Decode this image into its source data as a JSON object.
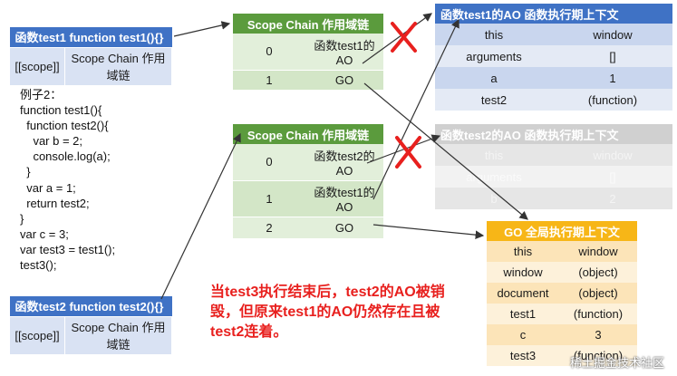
{
  "test1_box": {
    "title": "函数test1  function test1(){}",
    "cells": [
      "[[scope]]",
      "Scope Chain 作用域链"
    ]
  },
  "test2_box": {
    "title": "函数test2  function test2(){}",
    "cells": [
      "[[scope]]",
      "Scope Chain 作用域链"
    ]
  },
  "scope_chain_1": {
    "title": "Scope Chain 作用域链",
    "rows": [
      {
        "index": "0",
        "value": "函数test1的AO"
      },
      {
        "index": "1",
        "value": "GO"
      }
    ]
  },
  "scope_chain_2": {
    "title": "Scope Chain 作用域链",
    "rows": [
      {
        "index": "0",
        "value": "函数test2的AO"
      },
      {
        "index": "1",
        "value": "函数test1的AO"
      },
      {
        "index": "2",
        "value": "GO"
      }
    ]
  },
  "test1_ao": {
    "title": "函数test1的AO 函数执行期上下文",
    "rows": [
      [
        "this",
        "window"
      ],
      [
        "arguments",
        "[]"
      ],
      [
        "a",
        "1"
      ],
      [
        "test2",
        "(function)"
      ]
    ]
  },
  "test2_ao": {
    "title": "函数test2的AO 函数执行期上下文",
    "rows": [
      [
        "this",
        "window"
      ],
      [
        "arguments",
        "[]"
      ],
      [
        "b",
        "2"
      ]
    ]
  },
  "go": {
    "title": "GO 全局执行期上下文",
    "rows": [
      [
        "this",
        "window"
      ],
      [
        "window",
        "(object)"
      ],
      [
        "document",
        "(object)"
      ],
      [
        "test1",
        "(function)"
      ],
      [
        "c",
        "3"
      ],
      [
        "test3",
        "(function)"
      ]
    ]
  },
  "code_lines": [
    "例子2：",
    "function test1(){",
    "  function test2(){",
    "    var b = 2;",
    "    console.log(a);",
    "  }",
    "  var a = 1;",
    "  return test2;",
    "}",
    "var c = 3;",
    "var test3 = test1();",
    "test3();"
  ],
  "note": "当test3执行结束后，test2的AO被销毁，但原来test1的AO仍然存在且被test2连着。",
  "watermark": "稀土掘金技术社区",
  "colors": {
    "blue_header": "#3f72c5",
    "green_header": "#5b9b3d",
    "orange_header": "#f7b617",
    "cross": "#e8201e"
  }
}
